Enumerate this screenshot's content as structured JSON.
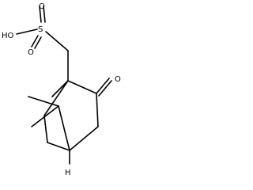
{
  "molecule": {
    "atoms": {
      "oh": "HO",
      "sulfur": "S",
      "oxygen_upper": "O",
      "oxygen_lower": "O",
      "ketone_oxygen": "O",
      "hydrogen": "H"
    }
  },
  "colors": {
    "bond": "#000000",
    "text": "#000000",
    "background": "#ffffff"
  }
}
